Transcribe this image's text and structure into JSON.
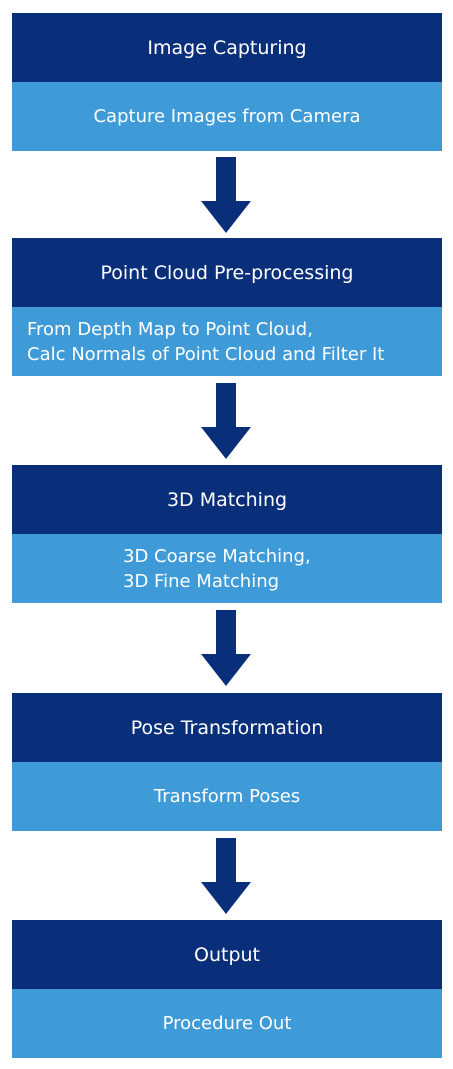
{
  "colors": {
    "header_bg": "#0a2f7a",
    "body_bg": "#3f9ad8",
    "arrow": "#0a2f7a",
    "text": "#ffffff"
  },
  "stages": [
    {
      "header": "Image Capturing",
      "body_lines": [
        "Capture Images from Camera"
      ]
    },
    {
      "header": "Point Cloud Pre-processing",
      "body_lines": [
        "From Depth Map to Point Cloud,",
        "Calc Normals of Point Cloud and Filter It"
      ]
    },
    {
      "header": "3D Matching",
      "body_lines": [
        "3D Coarse Matching,",
        "3D Fine Matching"
      ]
    },
    {
      "header": "Pose Transformation",
      "body_lines": [
        "Transform Poses"
      ]
    },
    {
      "header": "Output",
      "body_lines": [
        "Procedure Out"
      ]
    }
  ],
  "connector_icon": "down-arrow-icon"
}
